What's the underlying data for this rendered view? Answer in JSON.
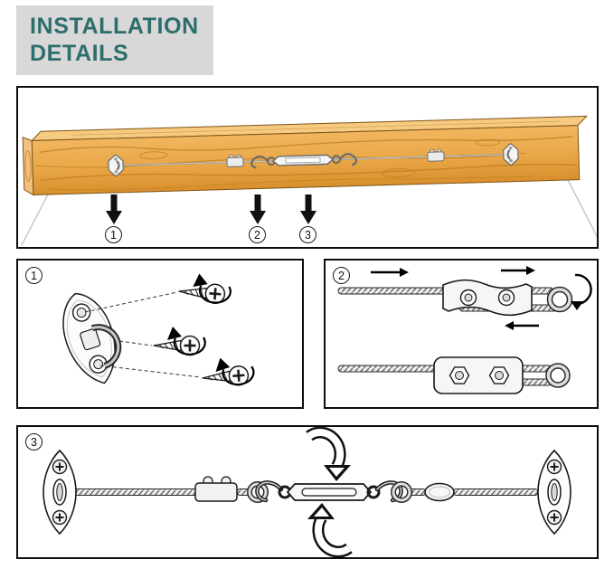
{
  "title": {
    "line1": "INSTALLATION",
    "line2": "DETAILS"
  },
  "overview": {
    "callouts": [
      {
        "number": "1"
      },
      {
        "number": "2"
      },
      {
        "number": "3"
      }
    ]
  },
  "steps": [
    {
      "number": "1"
    },
    {
      "number": "2"
    },
    {
      "number": "3"
    }
  ],
  "colors": {
    "title_text": "#2d6e6c",
    "title_background": "#d8d8d8",
    "panel_border": "#0d0d0d",
    "wood_light": "#f1b65f",
    "wood_dark": "#d88f2d",
    "wood_grain": "#bc7a1c",
    "illustration_stroke": "#1a1a1a",
    "page_background": "#ffffff"
  }
}
